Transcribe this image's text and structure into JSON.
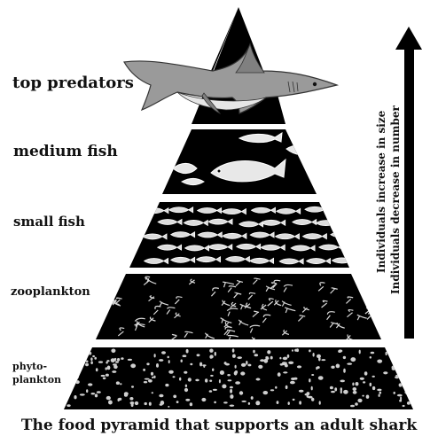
{
  "diagram": {
    "tiers": [
      {
        "label": "top predators"
      },
      {
        "label": "medium fish"
      },
      {
        "label": "small fish"
      },
      {
        "label": "zooplankton"
      },
      {
        "label": "phyto-\nplankton"
      }
    ],
    "arrow_labels": {
      "individuals_size": "Individuals increase in size",
      "individuals_number": "Individuals decrease in number"
    },
    "caption": "The food pyramid that supports an adult shark"
  },
  "icons": {
    "top": "shark-icon",
    "medium": "medium-fish-icon",
    "small": "small-fish-icon",
    "zoo": "zooplankton-icon",
    "phyto": "phytoplankton-icon"
  },
  "colors": {
    "tier_fill": "#000000",
    "background": "#ffffff",
    "shark": "#9a9a9a"
  }
}
